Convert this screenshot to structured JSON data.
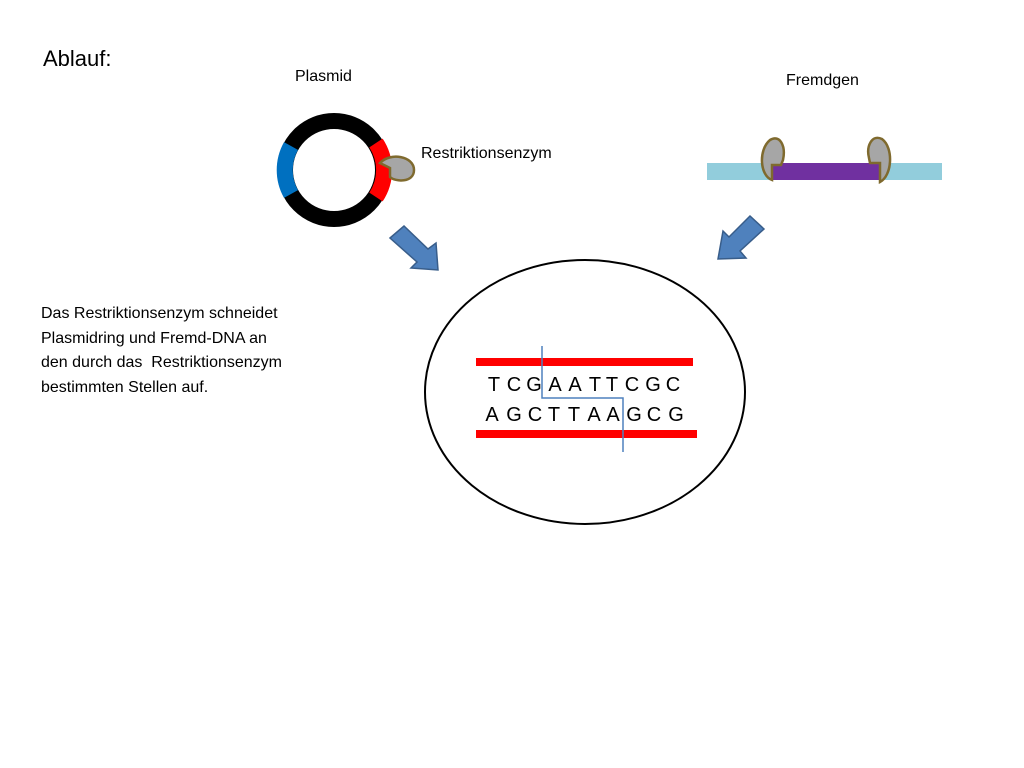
{
  "title": "Ablauf:",
  "labels": {
    "plasmid": "Plasmid",
    "fremdgen": "Fremdgen",
    "enzyme": "Restriktionsenzym"
  },
  "description": [
    "Das Restriktionsenzym schneidet",
    "Plasmidring und Fremd-DNA an",
    "den durch das  Restriktionsenzym",
    "bestimmten Stellen auf."
  ],
  "sequence": {
    "top_strand": [
      "T",
      "C",
      "G",
      "A",
      "A",
      "T",
      "T",
      "C",
      "G",
      "C"
    ],
    "bottom_strand": [
      "A",
      "G",
      "C",
      "T",
      "T",
      "A",
      "A",
      "G",
      "C",
      "G"
    ]
  },
  "colors": {
    "plasmid_ring": "#000000",
    "plasmid_blue": "#0070c0",
    "plasmid_red": "#ff0000",
    "enzyme_fill": "#a6a6a6",
    "enzyme_outline": "#7f6a2e",
    "dna_strand": "#92cddc",
    "gene_insert": "#7030a0",
    "arrow_fill": "#4f81bd",
    "arrow_stroke": "#385d8a",
    "sequence_bars": "#ff0000",
    "cut_line": "#4f81bd"
  }
}
